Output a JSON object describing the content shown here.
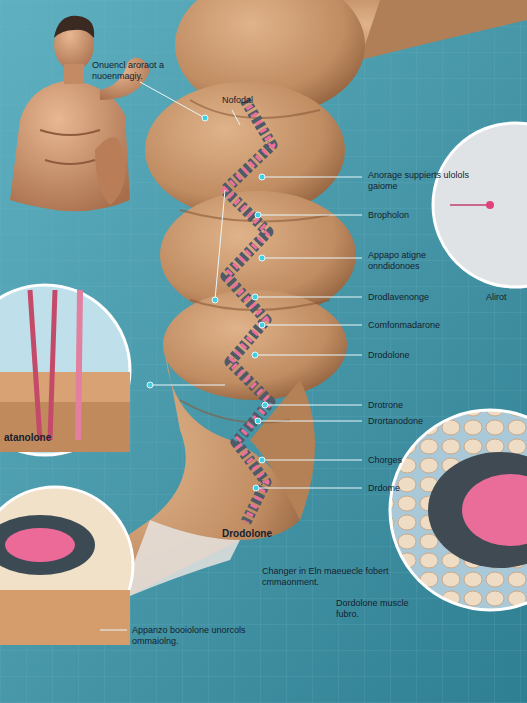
{
  "diagram": {
    "labels": [
      "Onuencl aroraot a nuoenmagiy.",
      "Nofodal",
      "Anorage suppierts ulolols gaiome",
      "Bropholon",
      "Appapo atigne onndidonoes",
      "Drodlavenonge",
      "Alirot",
      "Comfonmadarone",
      "Drodolone",
      "Drotrone",
      "atanolone",
      "Drortanodone",
      "Chorges",
      "Drdome",
      "Drodolone",
      "Changer in Eln maeuecle fobert cmmaonment.",
      "Dordolone muscle fubro.",
      "Appanzo booiolone unorcols ommaiolng."
    ]
  }
}
